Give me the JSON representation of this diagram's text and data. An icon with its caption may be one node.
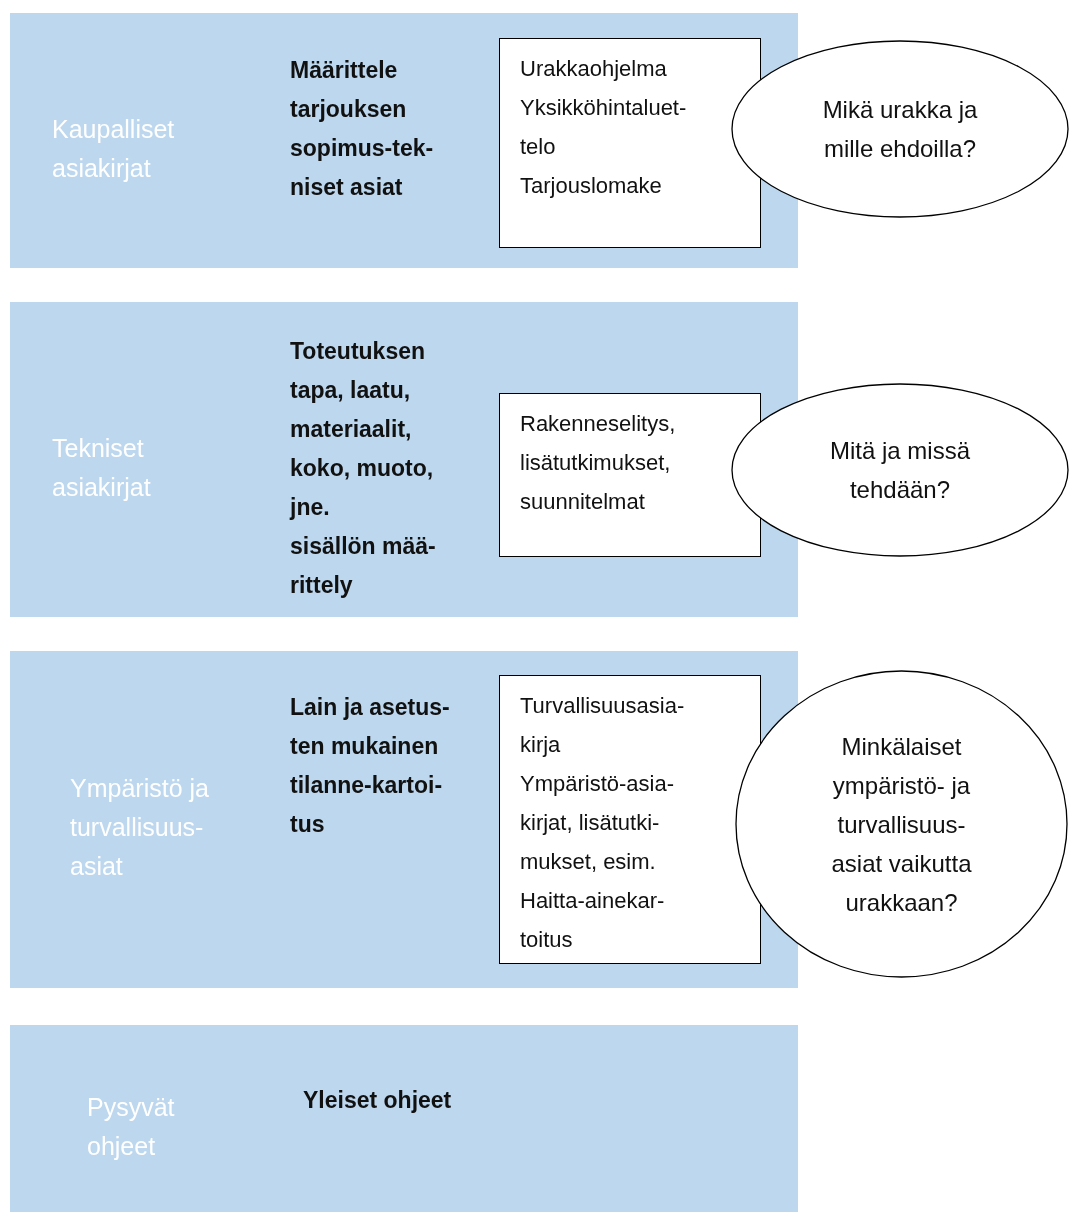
{
  "diagram": {
    "nodes": [
      {
        "text": [
          "Kaupalliset asiakirjat",
          "Määrittele tarjouksen sopimus-tek- niset asiat"
        ]
      },
      {
        "text": [
          "Urakkaohjelma",
          "Yksikköhintaluet- telo",
          "Tarjouslomake"
        ],
        "in": 0
      },
      {
        "text": [
          "Mikä urakka ja mille ehdoilla?"
        ]
      },
      {
        "text": [
          "Tekniset asiakirjat",
          "Toteutuksen tapa, laatu, materiaalit, koko, muoto, jne.",
          "sisällön mää- rittely"
        ]
      },
      {
        "text": [
          "Rakenneselitys, lisätutkimukset, suunnitelmat"
        ],
        "in": 3
      },
      {
        "text": [
          "Mitä ja missä tehdään?"
        ]
      },
      {
        "text": [
          "Ympäristö ja turvallisuus- asiat",
          "Lain ja asetus- ten mukainen tilanne-kartoi- tus"
        ]
      },
      {
        "text": [
          "Turvallisuusasia- kirja",
          "Ympäristö-asia- kirjat, lisätutki- mukset, esim. Haitta-ainekar- toitus"
        ],
        "in": 6
      },
      {
        "text": [
          "Minkälaiset ympäristö- ja turvallisuus- asiat vaikutta urakkaan?"
        ]
      },
      {
        "text": [
          "Pysyvät ohjeet",
          "Yleiset ohjeet"
        ]
      }
    ]
  }
}
